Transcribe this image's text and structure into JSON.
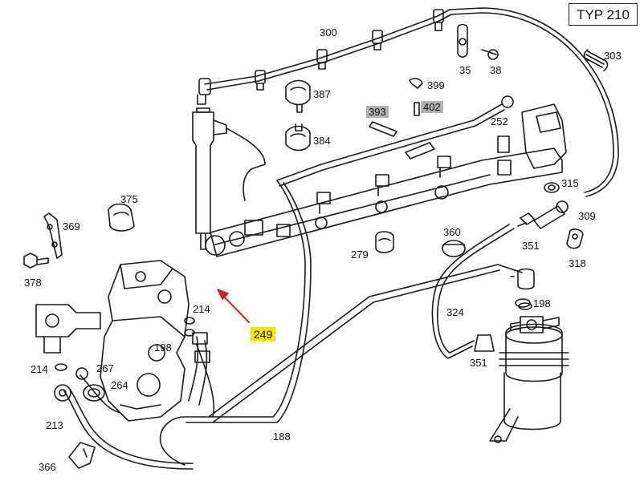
{
  "model_badge": "TYP 210",
  "highlight_color": "#f2e600",
  "arrow_color": "#d42020",
  "part_labels": {
    "p300": "300",
    "p303": "303",
    "p35": "35",
    "p38": "38",
    "p387": "387",
    "p399": "399",
    "p393": "393",
    "p402": "402",
    "p252": "252",
    "p384": "384",
    "p375": "375",
    "p315": "315",
    "p309": "309",
    "p369": "369",
    "p360": "360",
    "p351a": "351",
    "p279": "279",
    "p318": "318",
    "p378": "378",
    "p214a": "214",
    "p249": "249",
    "p324": "324",
    "p198a": "198",
    "p198b": "198",
    "p214b": "214",
    "p267": "267",
    "p264": "264",
    "p351b": "351",
    "p213": "213",
    "p188": "188",
    "p366": "366"
  }
}
